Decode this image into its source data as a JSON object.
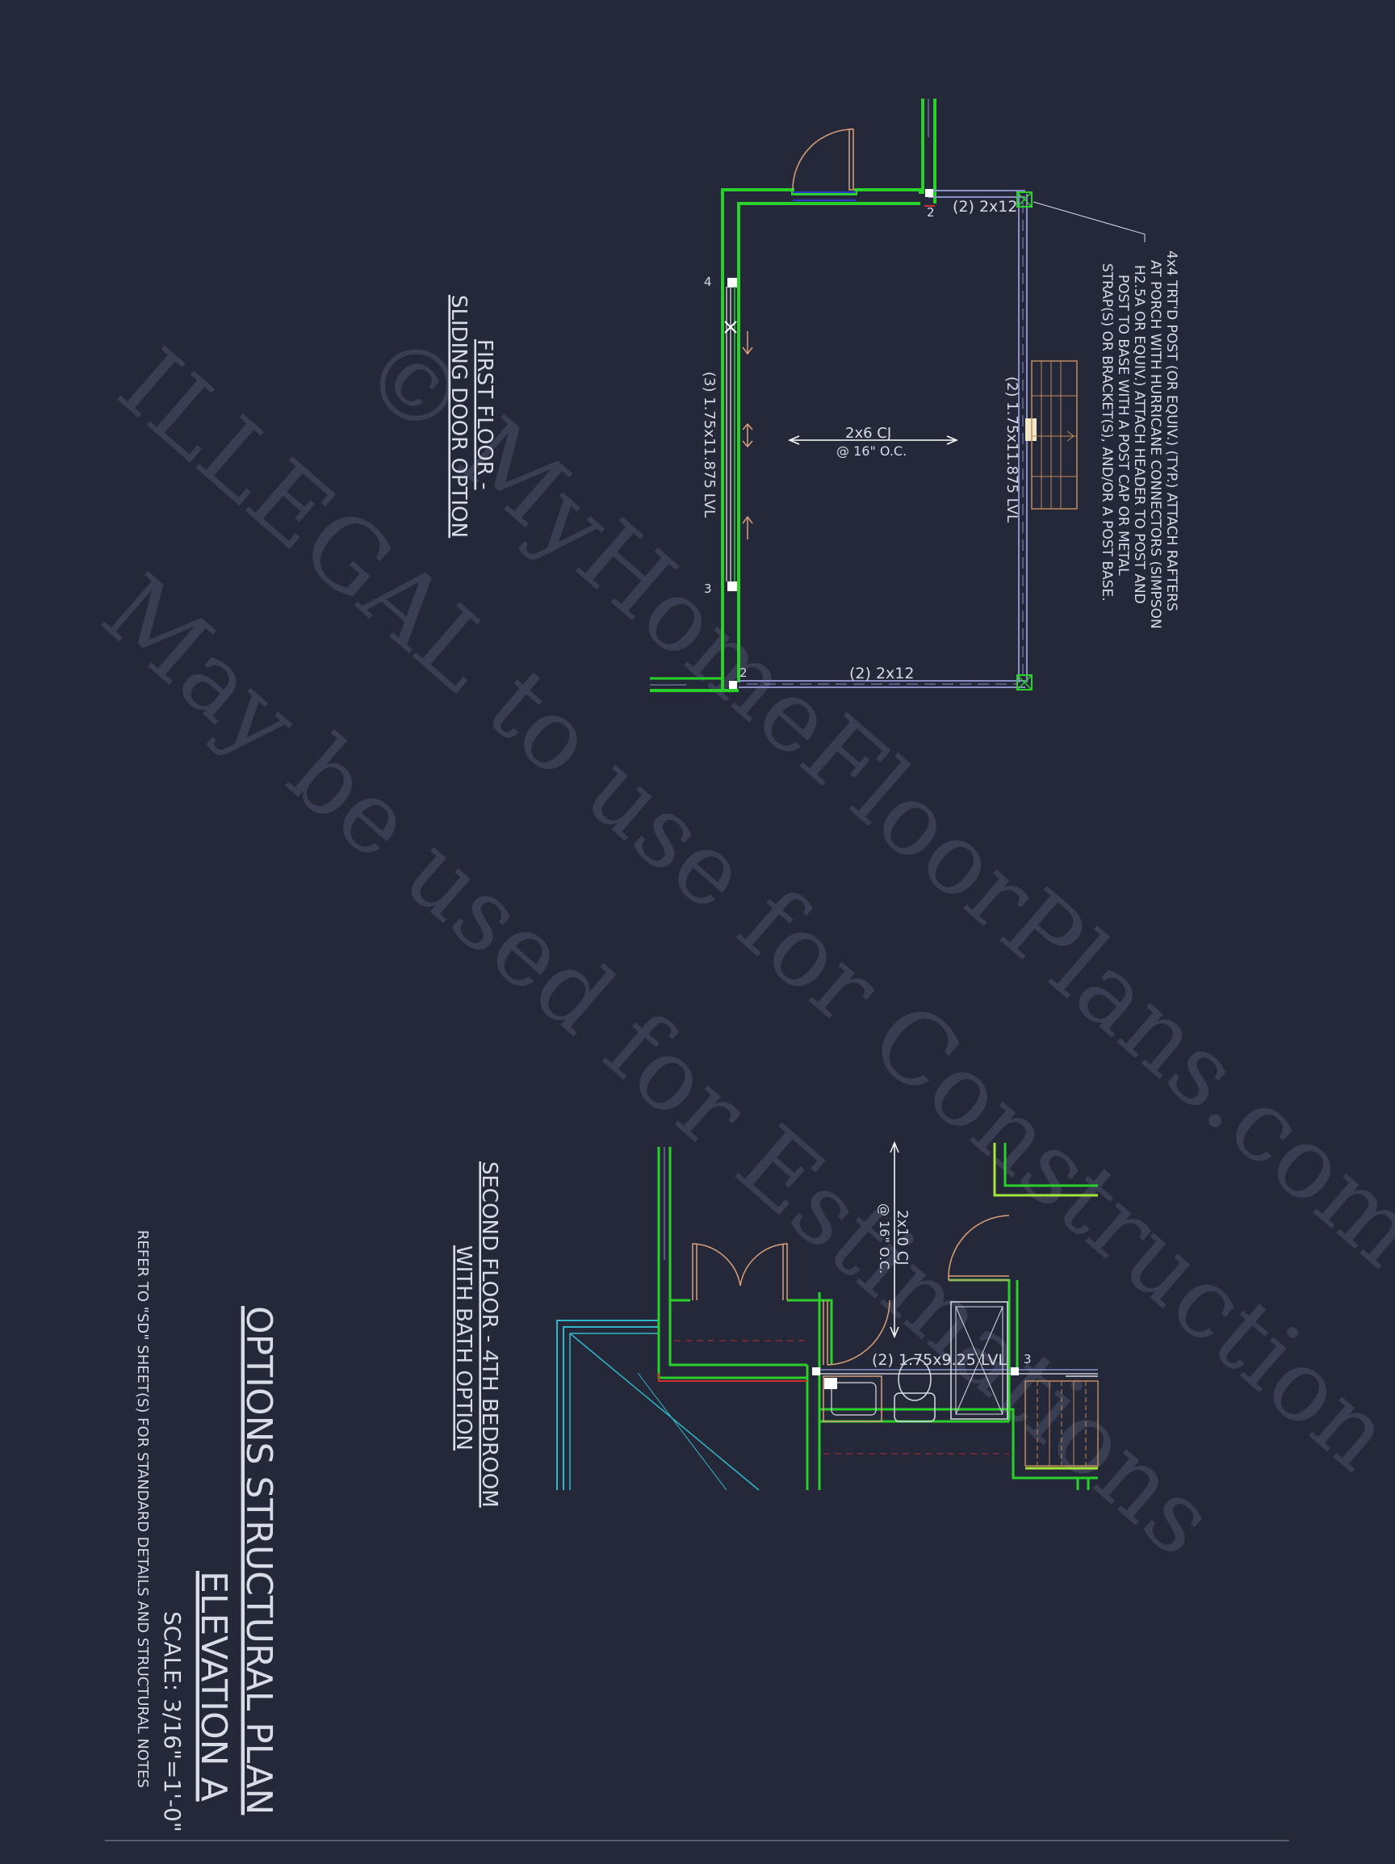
{
  "watermark": {
    "line1": "© MyHomeFloorPlans.com",
    "line2": "ILLEGAL to use for Construction",
    "line3": "May be used for Estimations"
  },
  "first_floor": {
    "title_line1": "FIRST FLOOR -",
    "title_line2": "SLIDING DOOR OPTION",
    "header_top": "(2) 2x12",
    "header_bottom": "(2) 2x12",
    "header_right": "(2) 1.75x11.875 LVL",
    "header_left": "(3) 1.75x11.875 LVL",
    "joist_line1": "2x6 CJ",
    "joist_line2": "@ 16\" O.C.",
    "mark_2a": "2",
    "mark_2b": "2",
    "mark_3": "3",
    "mark_4": "4"
  },
  "post_note": {
    "line1": "4x4 TRT'D POST (OR EQUIV.) (TYP.) ATTACH RAFTERS",
    "line2": "AT PORCH WITH HURRICANE CONNECTORS (SIMPSON",
    "line3": "H2.5A OR EQUIV.) ATTACH HEADER TO POST AND",
    "line4": "POST TO BASE WITH A POST CAP OR METAL",
    "line5": "STRAP(S) OR BRACKET(S), AND/OR A POST BASE."
  },
  "second_floor": {
    "title_line1": "SECOND FLOOR - 4TH BEDROOM",
    "title_line2": "WITH BATH OPTION",
    "joist_line1": "2x10 CJ",
    "joist_line2": "@ 16\" O.C.",
    "header": "(2) 1.75x9.25 LVL",
    "mark_3": "3"
  },
  "title_block": {
    "title": "OPTIONS STRUCTURAL PLAN",
    "subtitle": "ELEVATION A",
    "scale": "SCALE: 3/16\"=1'-0\"",
    "note": "REFER TO \"SD\" SHEET(S) FOR STANDARD DETAILS AND STRUCTURAL NOTES"
  },
  "colors": {
    "background": "#252839",
    "wall": "#2bd12b",
    "wall_light": "#a6e63c",
    "header_line": "#8a8fc8",
    "door": "#d9a07a",
    "stair": "#c28a5a",
    "text": "#d9dce6",
    "watermark": "#3a3e52",
    "roof": "#2fb8c9",
    "dashed_red": "#b03030"
  }
}
